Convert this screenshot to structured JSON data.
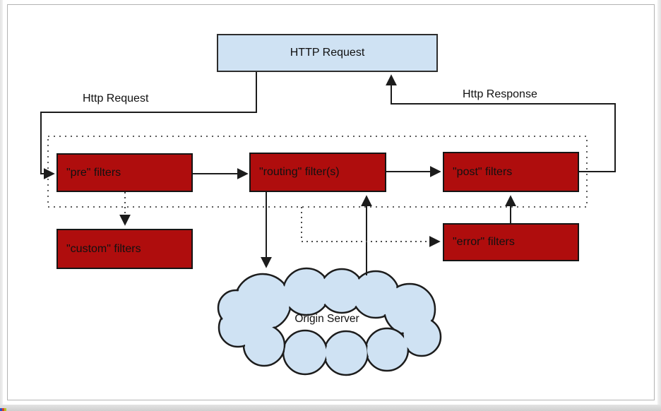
{
  "diagram": {
    "nodes": {
      "http_request": "HTTP Request",
      "pre": "\"pre\" filters",
      "routing": "\"routing\" filter(s)",
      "post": "\"post\" filters",
      "custom": "\"custom\" filters",
      "error": "\"error\" filters",
      "origin": "Origin Server"
    },
    "edge_labels": {
      "request": "Http Request",
      "response": "Http Response"
    }
  },
  "colors": {
    "filter_fill": "#af0d0d",
    "node_fill": "#cfe2f3",
    "line": "#1c1c1c",
    "dotted_line": "#4a4a4a",
    "boundary_dotted": "#5c5c5c",
    "frame_border": "#b3b3b3",
    "frame_strip": "#e3e3e3",
    "artifact_1": "#2b50c8",
    "artifact_2": "#d93f2a",
    "artifact_3": "#b9c224"
  }
}
